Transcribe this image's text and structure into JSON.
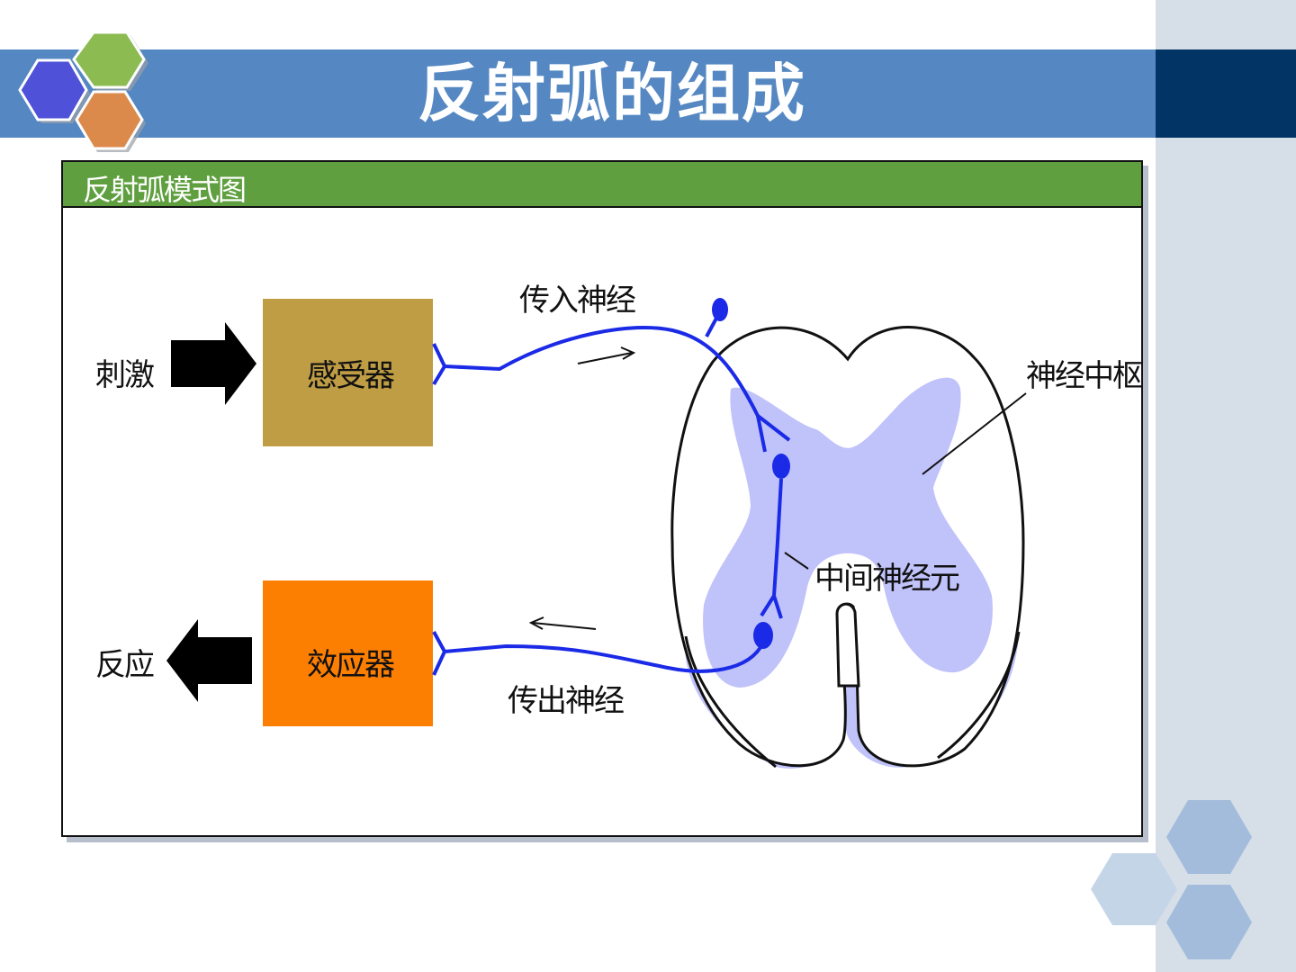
{
  "slide": {
    "title": "反射弧的组成"
  },
  "figure": {
    "title": "反射弧模式图",
    "labels": {
      "stimulus": "刺激",
      "receptor": "感受器",
      "afferent_nerve": "传入神经",
      "nerve_center": "神经中枢",
      "interneuron": "中间神经元",
      "efferent_nerve": "传出神经",
      "effector": "效应器",
      "response": "反应"
    }
  },
  "colors": {
    "title_band": "#5588c2",
    "title_band_dark": "#023466",
    "side_panel": "#d6dee8",
    "figure_header": "#5f9f3f",
    "receptor_box": "#bf9d44",
    "effector_box": "#fd7f02",
    "neuron": "#1a2ae6",
    "gray_matter": "#c0c2fa",
    "logo_hex_blue": "#4f52d8",
    "logo_hex_green": "#8cbb52",
    "logo_hex_orange": "#dc8a4c",
    "deco_hex": "#a3bcdb"
  }
}
